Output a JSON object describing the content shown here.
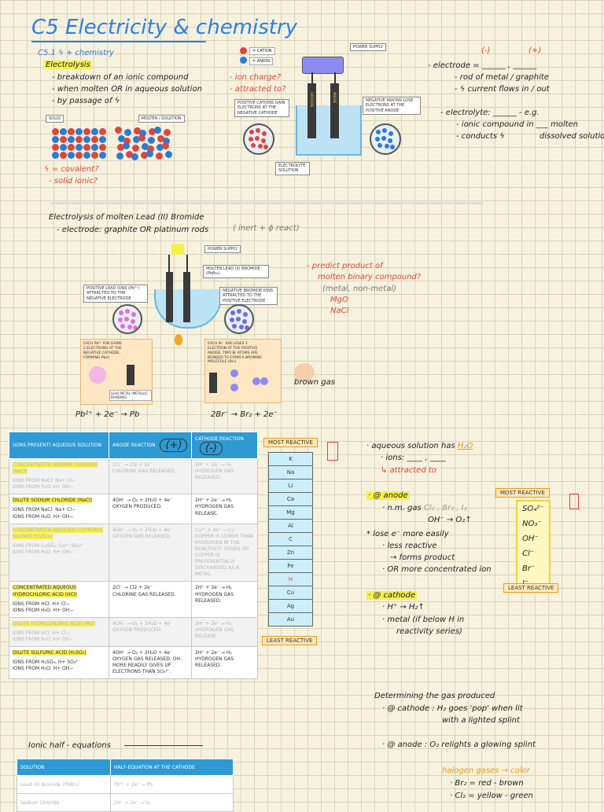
{
  "title": "C5 Electricity & chemistry",
  "section1": {
    "heading": "C5.1 ϟ + chemistry",
    "electrolysis": "Electrolysis",
    "points": [
      "- breakdown of an ionic compound",
      "- when molten OR in aqueous solution",
      "- by passage of ϟ"
    ],
    "solid_tag": "SOLID",
    "molten_tag": "MOLTEN / SOLUTION",
    "question1": "ϟ = covalent?",
    "question2": "- solid ionic?",
    "legend_cation": "= CATION",
    "legend_anion": "= ANION",
    "ion_charge": "- ion charge?",
    "attracted": "- attracted to?",
    "power_supply": "POWER SUPPLY",
    "cation_tag": "POSITIVE CATIONS GAIN ELECTRONS AT THE NEGATIVE CATHODE",
    "anion_tag": "NEGATIVE ANIONS LOSE ELECTRONS AT THE POSITIVE ANODE",
    "electrolyte_tag": "ELECTROLYTE SOLUTION",
    "cathode_label": "CATHODE",
    "anode_label": "ANODE",
    "neg_sign": "(-)",
    "pos_sign": "(+)",
    "electrode_line": "- electrode = ______ , ______",
    "electrode_sub1": "- rod of metal / graphite",
    "electrode_sub2": "- ϟ current flows in / out",
    "electrolyte_line": "- electrolyte: ______ - e.g.",
    "electrolyte_sub1": "- ionic compound in ___ molten",
    "electrolyte_sub2": "- conducts ϟ",
    "electrolyte_sub3": "dissolved solution"
  },
  "section2": {
    "heading": "Electrolysis of molten Lead (II) Bromide",
    "electrode_note": "- electrode: graphite OR platinum rods",
    "inert": "( inert + ϕ react)",
    "power_supply": "POWER SUPPLY",
    "molten_tag": "MOLTEN LEAD (II) BROMIDE (PbBr₂)",
    "lead_tag": "POSITIVE LEAD IONS (Pb²⁺) ATTRACTED TO THE NEGATIVE ELECTRODE",
    "bromide_tag": "NEGATIVE BROMIDE IONS ATTRACTED TO THE POSITIVE ELECTRODE",
    "callout_left": "EACH Pb²⁺ ION GAINS 2 ELECTRONS AT THE NEGATIVE CATHODE, FORMING Pb(l)",
    "lead_metal": "LEAD METAL (METALLIC BONDING)",
    "callout_right": "EACH Br⁻ ION LOSES 1 ELECTRON AT THE POSITIVE ANODE. TWO Br ATOMS ARE BONDED TO FORM A BROMINE MOLECULE (Br₂)",
    "brown_gas": "brown gas",
    "eq_left": "Pb²⁺ + 2e⁻ → Pb",
    "eq_right": "2Br⁻ → Br₂ + 2e⁻",
    "predict1": "- predict product of",
    "predict2": "molten binary compound?",
    "predict3": "(metal, non-metal)",
    "ex1": "MgO",
    "ex2": "NaCl"
  },
  "table": {
    "headers": [
      "(IONS PRESENT) AQUEOUS SOLUTION",
      "ANODE REACTION",
      "CATHODE REACTION"
    ],
    "anode_sign": "(+)",
    "cathode_sign": "(-)",
    "rows": [
      {
        "name": "CONCENTRATED SODIUM CHLORIDE (NaCl)",
        "ions": "IONS FROM NaCl: Na+ Cl−\nIONS FROM H₂O: H+ OH−",
        "anode": "2Cl⁻ → Cl2 + 2e⁻\nCHLORINE GAS RELEASED.",
        "cathode": "2H⁺ + 2e⁻ → H₂\nHYDROGEN GAS RELEASED.",
        "faded": true
      },
      {
        "name": "DILUTE SODIUM CHLORIDE (NaCl)",
        "ions": "IONS FROM NaCl: Na+ Cl−\nIONS FROM H₂O: H+ OH−",
        "anode": "4OH⁻ → O₂ + 2H₂O + 4e⁻\nOXYGEN PRODUCED.",
        "cathode": "2H⁺ + 2e⁻ → H₂\nHYDROGEN GAS RELEASE.",
        "faded": false
      },
      {
        "name": "CONCENTRATED AQUEOUS COPPER(II) SULFATE (CuSO₄)",
        "ions": "IONS FROM CuSO₄: Cu²⁺ SO₄²⁻\nIONS FROM H₂O: H+ OH−",
        "anode": "4OH⁻ → O₂ + 2H₂O + 4e⁻\nOXYGEN GAS RELEASED.",
        "cathode": "Cu²⁺ + 2e⁻ → Cu\nCOPPER IS LOWER THAN HYDROGEN IN THE REACTIVITY SERIES SO COPPER IS PREFERENTIALLY DISCHARGED AS A METAL.",
        "faded": true
      },
      {
        "name": "CONCENTRATED AQUEOUS HYDROCHLORIC ACID (HCl)",
        "ions": "IONS FROM HCl: H+ Cl−\nIONS FROM H₂O: H+ OH−",
        "anode": "2Cl⁻ → Cl2 + 2e⁻\nCHLORINE GAS RELEASED.",
        "cathode": "2H⁺ + 2e⁻ → H₂\nHYDROGEN GAS RELEASED.",
        "faded": false
      },
      {
        "name": "DILUTE HYDROCHLORIC ACID (HCl)",
        "ions": "IONS FROM HCl: H+ Cl−\nIONS FROM H₂O: H+ OH−",
        "anode": "4OH⁻ → O₂ + 2H₂O + 4e⁻\nOXYGEN PRODUCED.",
        "cathode": "2H⁺ + 2e⁻ → H₂\nHYDROGEN GAS RELEASE.",
        "faded": true
      },
      {
        "name": "DILUTE SULFURIC ACID (H₂SO₄)",
        "ions": "IONS FROM H₂SO₄: H+ SO₄²⁻\nIONS FROM H₂O: H+ OH−",
        "anode": "4OH⁻ → O₂ + 2H₂O + 4e⁻\nOXYGEN GAS RELEASED. OH- MORE READILY GIVES UP ELECTRONS THAN SO₄²⁻.",
        "cathode": "2H⁺ + 2e⁻ → H₂\nHYDROGEN GAS RELEASED.",
        "faded": false
      }
    ]
  },
  "half_eq_label": "Ionic half - equations",
  "table2": {
    "headers": [
      "SOLUTION",
      "HALF-EQUATION AT THE CATHODE"
    ],
    "rows": [
      [
        "Lead (II) Bromide (PbBr₂)",
        "Pb²⁺ + 2e⁻ → Pb"
      ],
      [
        "Sodium Chloride",
        "2H⁺ + 2e⁻ → H₂"
      ]
    ]
  },
  "reactivity": {
    "most": "MOST REACTIVE",
    "least": "LEAST REACTIVE",
    "metals": [
      "K",
      "Na",
      "Li",
      "Ca",
      "Mg",
      "Al",
      "C",
      "Zn",
      "Fe",
      "H",
      "Cu",
      "Ag",
      "Au"
    ]
  },
  "anions": {
    "most": "MOST REACTIVE",
    "least": "LEAST REACTIVE",
    "items": [
      "SO₄²⁻",
      "NO₃⁻",
      "OH⁻",
      "Cl⁻",
      "Br⁻",
      "I⁻"
    ]
  },
  "notes": {
    "aq1": "· aqueous solution has",
    "aq1_h2o": "H₂O",
    "ions": "· ions: ____ , ____",
    "attracted": "↳ attracted to",
    "anode_head": "· @ anode",
    "nm_gas": "· n.m. gas",
    "nm_gas_list": "Cl₂ , Br₂ , I₂",
    "oh": "OH⁻ → O₂↑",
    "lose": "* lose e⁻ more easily",
    "less": "· less reactive",
    "forms": "→ forms product",
    "or_more": "· OR more concentrated ion",
    "cathode_head": "· @ cathode",
    "h_plus": "· H⁺ → H₂↑",
    "metal1": "· metal (if below H in",
    "metal2": "reactivity series)"
  },
  "gas": {
    "heading": "Determining the gas produced",
    "cathode": "· @ cathode : H₂ goes 'pop' when lit",
    "cathode2": "with a lighted splint",
    "anode": "· @ anode : O₂ relights a glowing splint",
    "halogen": "halogen gases → color",
    "br2": "· Br₂ = red - brown",
    "cl2": "· Cl₂ = yellow - green"
  }
}
